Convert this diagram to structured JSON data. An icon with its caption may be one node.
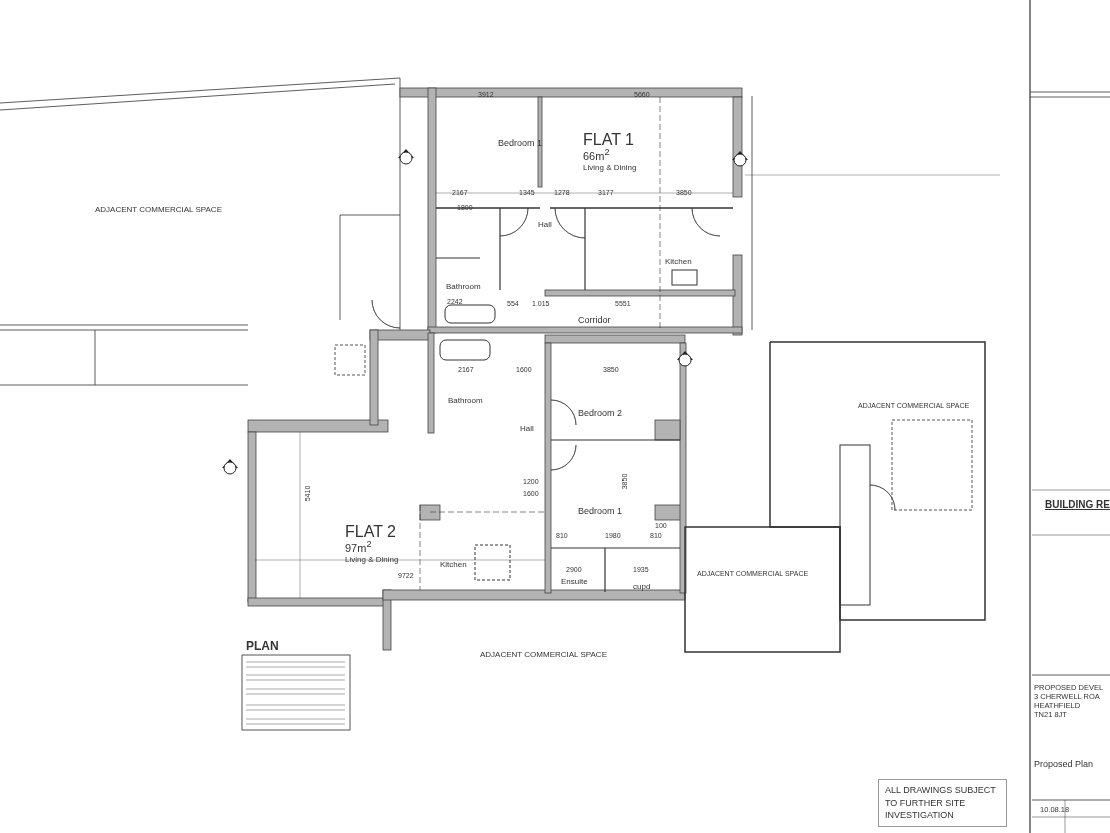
{
  "diagram": {
    "nodes": [
      {
        "text": [
          "FLAT 1",
          "66m$^{2}$",
          "Living & Dining"
        ]
      },
      {
        "text": [
          "Bedroom 1"
        ]
      },
      {
        "text": [
          "Hall"
        ]
      },
      {
        "text": [
          "Kitchen"
        ]
      },
      {
        "text": [
          "Bathroom"
        ]
      },
      {
        "text": [
          "Corridor"
        ]
      },
      {
        "text": [
          "Bathroom"
        ]
      },
      {
        "text": [
          "Hall"
        ]
      },
      {
        "text": [
          "Bedroom 2"
        ]
      },
      {
        "text": [
          "Bedroom 1"
        ]
      },
      {
        "text": [
          "FLAT 2",
          "97m$^{2}$",
          "Living & Dining"
        ]
      },
      {
        "text": [
          "Kitchen"
        ]
      },
      {
        "text": [
          "Ensuite"
        ]
      },
      {
        "text": [
          "cupd"
        ]
      },
      {
        "text": [
          "ADJACENT COMMERCIAL SPACE"
        ]
      },
      {
        "text": [
          "ADJACENT COMMERCIAL SPACE"
        ]
      },
      {
        "text": [
          "ADJACENT COMMERCIAL SPACE"
        ]
      },
      {
        "text": [
          "ADJACENT COMMERCIAL SPACE"
        ]
      }
    ],
    "labels": [
      "3912",
      "5660",
      "2167",
      "1345",
      "1278",
      "3177",
      "3850",
      "1800",
      "5551",
      "2242",
      "554",
      "1.015",
      "2167",
      "1600",
      "3850",
      "1200",
      "1600",
      "5410",
      "9722",
      "810",
      "1980",
      "810",
      "100",
      "2900",
      "1935",
      "3850",
      "PLAN",
      "ALL DRAWINGS SUBJECT TO FURTHER SITE INVESTIGATION",
      "BUILDING RE",
      "PROPOSED DEVEL",
      "3 CHERWELL ROA",
      "HEATHFIELD",
      "TN21 8JT",
      "Proposed Plan",
      "10.08.18"
    ]
  }
}
